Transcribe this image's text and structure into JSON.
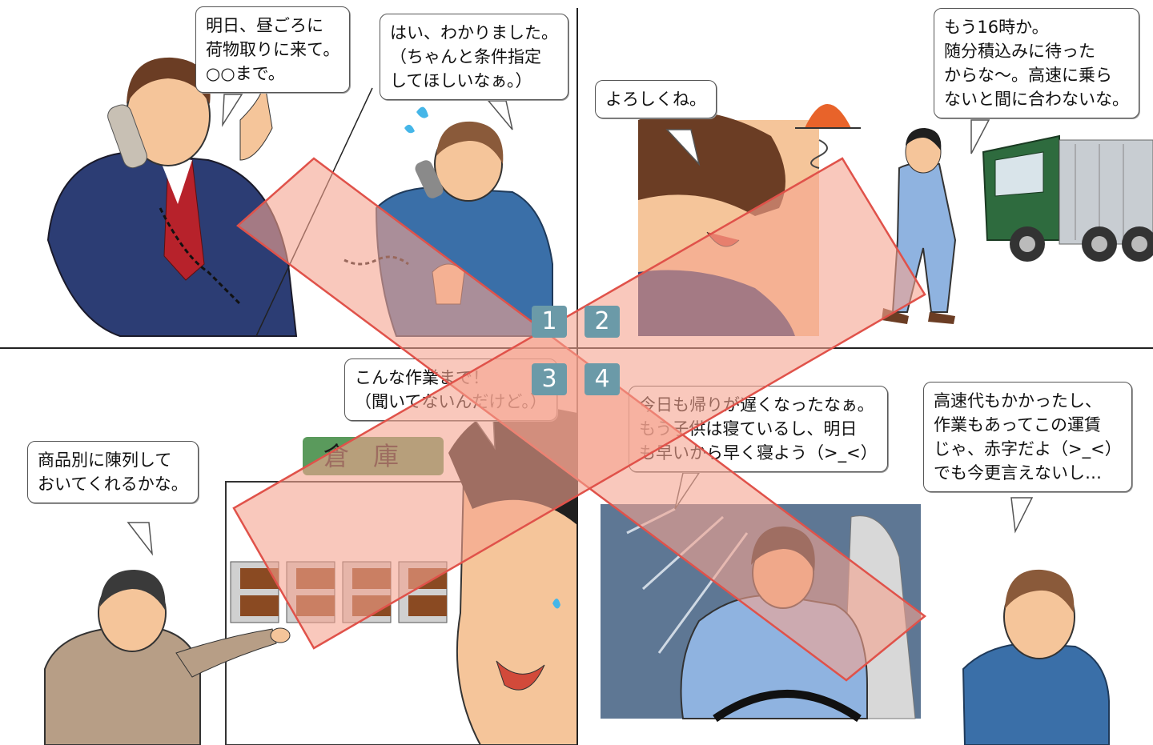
{
  "panels": [
    {
      "number": "1",
      "bubbles": [
        "明日、昼ごろに\n荷物取りに来て。\n○○まで。",
        "はい、わかりました。\n（ちゃんと条件指定\nしてほしいなぁ。）"
      ]
    },
    {
      "number": "2",
      "bubbles": [
        "よろしくね。",
        "もう16時か。\n随分積込みに待った\nからな〜。高速に乗ら\nないと間に合わないな。"
      ]
    },
    {
      "number": "3",
      "bubbles": [
        "こんな作業まで！\n（聞いてないんだけど。）",
        "商品別に陳列して\nおいてくれるかな。"
      ],
      "sign": "倉庫"
    },
    {
      "number": "4",
      "bubbles": [
        "今日も帰りが遅くなったなぁ。\nもう子供は寝ているし、明日\nも早いから早く寝よう（>_<）",
        "高速代もかかったし、\n作業もあってこの運賃\nじゃ、赤字だよ（>_<）\nでも今更言えないし…"
      ]
    }
  ],
  "colors": {
    "overlay_fill": "#f5a48f",
    "overlay_stroke": "#e0524a",
    "number_badge": "#6b9aa8",
    "sign_bg": "#5a9a5c",
    "suit_navy": "#2c3d74",
    "work_blue": "#3a6fa8",
    "light_blue": "#8fb3e0",
    "skin": "#f5c59a",
    "hair_brown": "#6b3d24",
    "hair_dark": "#1f1f1f",
    "truck_green": "#2e6b3e",
    "sunset": "#e8632a",
    "beige_jacket": "#b79e86",
    "shelf_brown": "#8a4a22"
  }
}
